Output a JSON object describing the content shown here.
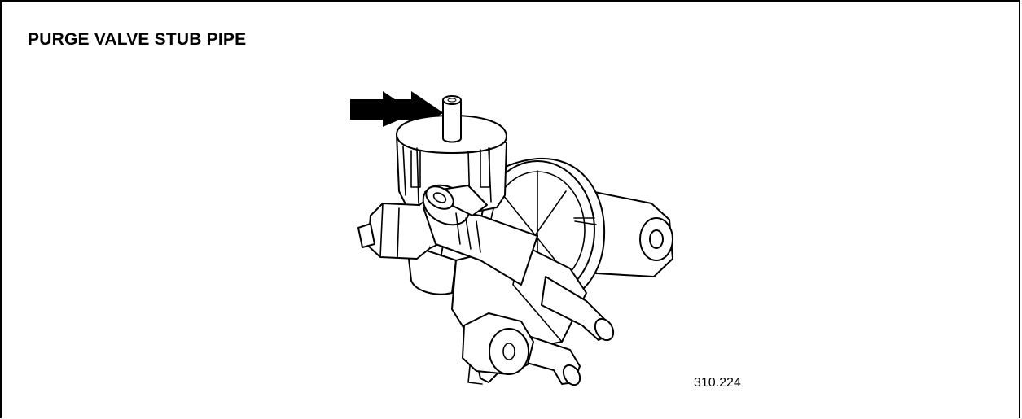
{
  "title": "PURGE VALVE STUB PIPE",
  "reference_number": "310.224",
  "figure": {
    "subject": "purge-valve",
    "arrow": "double-arrow-pointing-right",
    "colors": {
      "line": "#000000",
      "background": "#ffffff"
    }
  }
}
